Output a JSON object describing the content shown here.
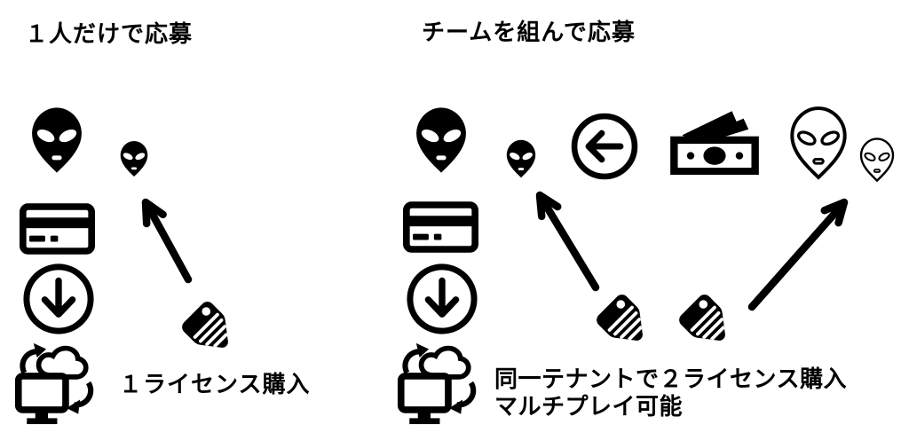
{
  "colors": {
    "ink": "#000000",
    "background": "#ffffff"
  },
  "left_panel": {
    "title": "１人だけで応募",
    "caption": "１ライセンス購入",
    "icons": [
      "alien-large",
      "alien-small",
      "credit-card",
      "download-circle",
      "computer-cloud-sync",
      "price-tag",
      "arrow-up-left"
    ]
  },
  "right_panel": {
    "title": "チームを組んで応募",
    "caption_line1": "同一テナントで２ライセンス購入",
    "caption_line2": "マルチプレイ可能",
    "icons": [
      "alien-large",
      "alien-small",
      "arrow-left-circle",
      "money-bills",
      "alien-large-outline",
      "alien-small-outline",
      "credit-card",
      "download-circle",
      "computer-cloud-sync",
      "price-tag",
      "price-tag",
      "arrow-up-left",
      "arrow-up-right"
    ]
  }
}
